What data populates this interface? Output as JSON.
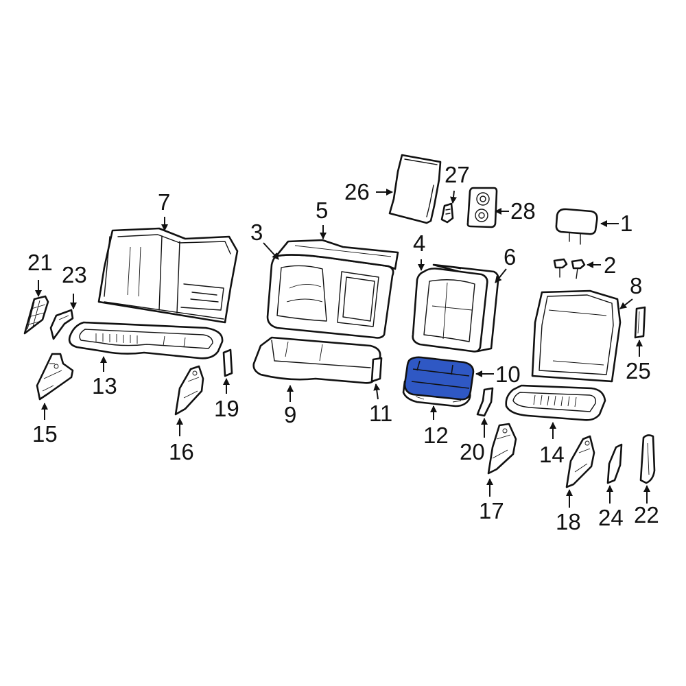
{
  "diagram": {
    "highlight_color": "#2f58c4",
    "highlighted_part": "10",
    "callouts": [
      {
        "id": "c1",
        "text": "1"
      },
      {
        "id": "c2",
        "text": "2"
      },
      {
        "id": "c3",
        "text": "3"
      },
      {
        "id": "c4",
        "text": "4"
      },
      {
        "id": "c5",
        "text": "5"
      },
      {
        "id": "c6",
        "text": "6"
      },
      {
        "id": "c7",
        "text": "7"
      },
      {
        "id": "c8",
        "text": "8"
      },
      {
        "id": "c9",
        "text": "9"
      },
      {
        "id": "c10",
        "text": "10"
      },
      {
        "id": "c11",
        "text": "11"
      },
      {
        "id": "c12",
        "text": "12"
      },
      {
        "id": "c13",
        "text": "13"
      },
      {
        "id": "c14",
        "text": "14"
      },
      {
        "id": "c15",
        "text": "15"
      },
      {
        "id": "c16",
        "text": "16"
      },
      {
        "id": "c17",
        "text": "17"
      },
      {
        "id": "c18",
        "text": "18"
      },
      {
        "id": "c19",
        "text": "19"
      },
      {
        "id": "c20",
        "text": "20"
      },
      {
        "id": "c21",
        "text": "21"
      },
      {
        "id": "c22",
        "text": "22"
      },
      {
        "id": "c23",
        "text": "23"
      },
      {
        "id": "c24",
        "text": "24"
      },
      {
        "id": "c25",
        "text": "25"
      },
      {
        "id": "c26",
        "text": "26"
      },
      {
        "id": "c27",
        "text": "27"
      },
      {
        "id": "c28",
        "text": "28"
      }
    ]
  }
}
